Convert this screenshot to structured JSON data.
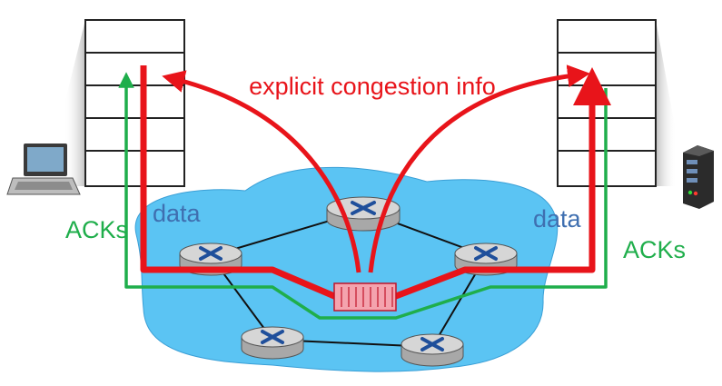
{
  "labels": {
    "explicit": "explicit congestion info",
    "data_left": "data",
    "data_right": "data",
    "acks_left": "ACKs",
    "acks_right": "ACKs"
  },
  "colors": {
    "red": "#e8141a",
    "green": "#1fae4b",
    "blue_text": "#3f6fb0",
    "cloud": "#5bc4f3",
    "cloud_edge": "#3a9fd6",
    "router_top": "#c9c9c9",
    "router_x": "#1f4f9b",
    "queue_fill": "#f4a3ae",
    "queue_edge": "#c0142a"
  },
  "icons": {
    "left_host": "laptop-computer-icon",
    "right_host": "server-icon",
    "router": "router-icon"
  }
}
